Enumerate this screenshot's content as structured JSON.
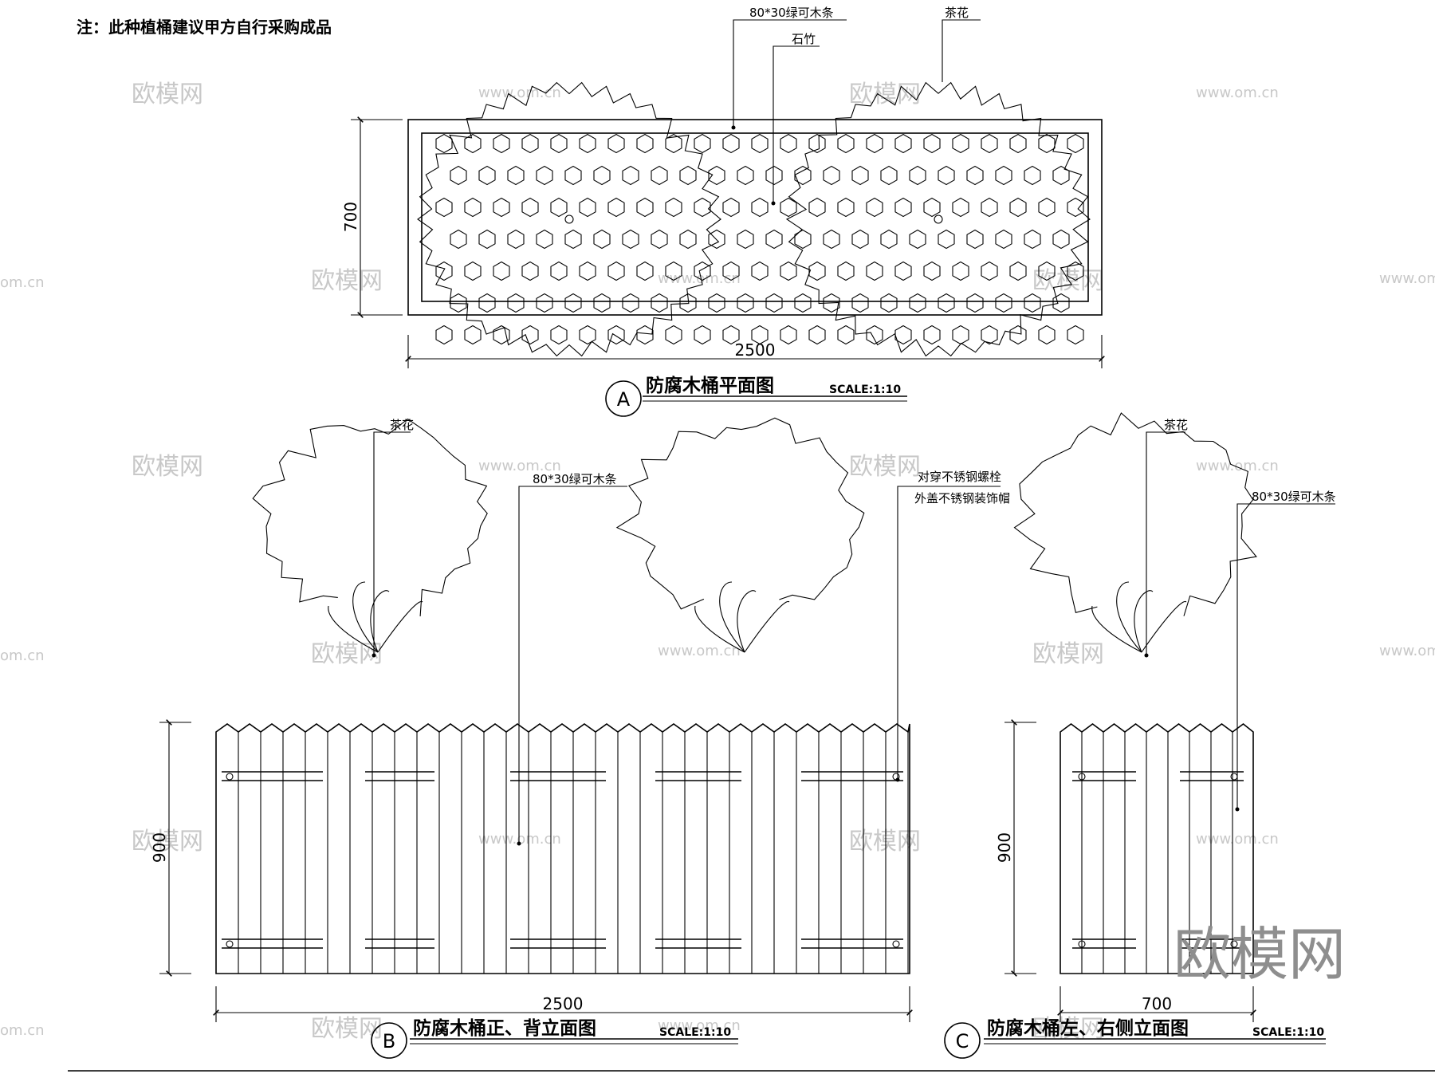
{
  "note": "注：此种植桶建议甲方自行采购成品",
  "watermark": {
    "brand": "欧模网",
    "url": "www.om.cn",
    "url_short": "om.cn"
  },
  "plan": {
    "dim_length": "2500",
    "dim_width": "700",
    "callout_slat": "80*30绿可木条",
    "callout_stone": "石竹",
    "callout_shrub": "茶花",
    "tag": "A",
    "title": "防腐木桶平面图",
    "scale": "SCALE:1:10"
  },
  "front": {
    "dim_length": "2500",
    "dim_height": "900",
    "callout_shrub": "茶花",
    "callout_slat": "80*30绿可木条",
    "callout_bolt_1": "对穿不锈钢螺栓",
    "callout_bolt_2": "外盖不锈钢装饰帽",
    "tag": "B",
    "title": "防腐木桶正、背立面图",
    "scale": "SCALE:1:10"
  },
  "side": {
    "dim_width": "700",
    "dim_height": "900",
    "callout_shrub": "茶花",
    "callout_slat": "80*30绿可木条",
    "tag": "C",
    "title": "防腐木桶左、右侧立面图",
    "scale": "SCALE:1:10"
  },
  "colors": {
    "line": "#000000",
    "background": "#ffffff",
    "watermark": "#c8c8c8"
  }
}
